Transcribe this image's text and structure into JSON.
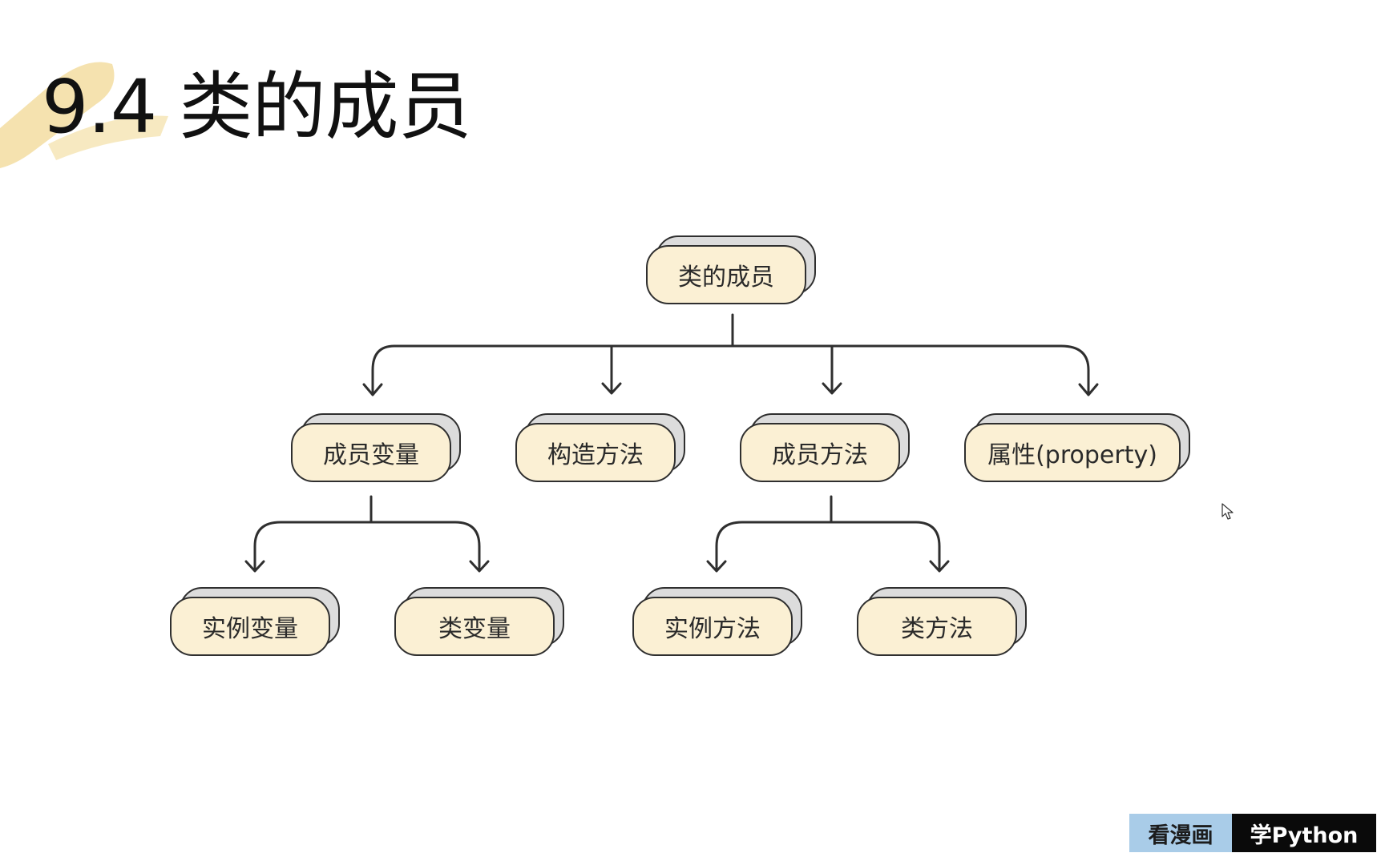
{
  "title": "9.4 类的成员",
  "accent_color": "#f4dfa6",
  "node_fill": "#fbf0d4",
  "nodes": {
    "root": "类的成员",
    "member_variables": "成员变量",
    "constructor": "构造方法",
    "member_methods": "成员方法",
    "property": "属性(property)",
    "instance_variables": "实例变量",
    "class_variables": "类变量",
    "instance_methods": "实例方法",
    "class_methods": "类方法"
  },
  "watermark": {
    "left": "看漫画",
    "right": "学Python"
  }
}
